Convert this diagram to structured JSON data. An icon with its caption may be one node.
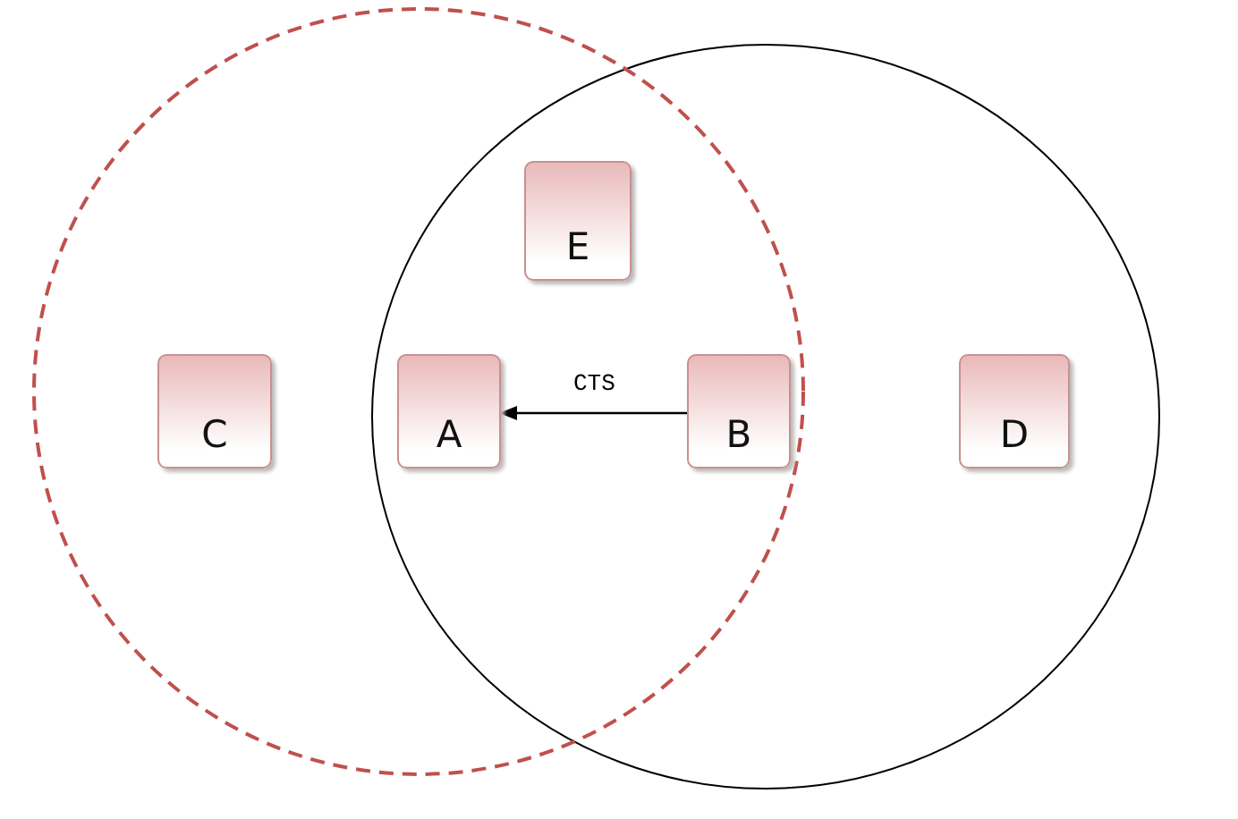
{
  "diagram": {
    "nodes": [
      {
        "text": [
          "E"
        ]
      },
      {
        "text": [
          "C"
        ]
      },
      {
        "text": [
          "A"
        ]
      },
      {
        "text": [
          "B"
        ]
      },
      {
        "text": [
          "D"
        ]
      }
    ],
    "edges": [
      {
        "from": 3,
        "to": 2,
        "label": "CTS",
        "arrow": "to"
      }
    ]
  }
}
